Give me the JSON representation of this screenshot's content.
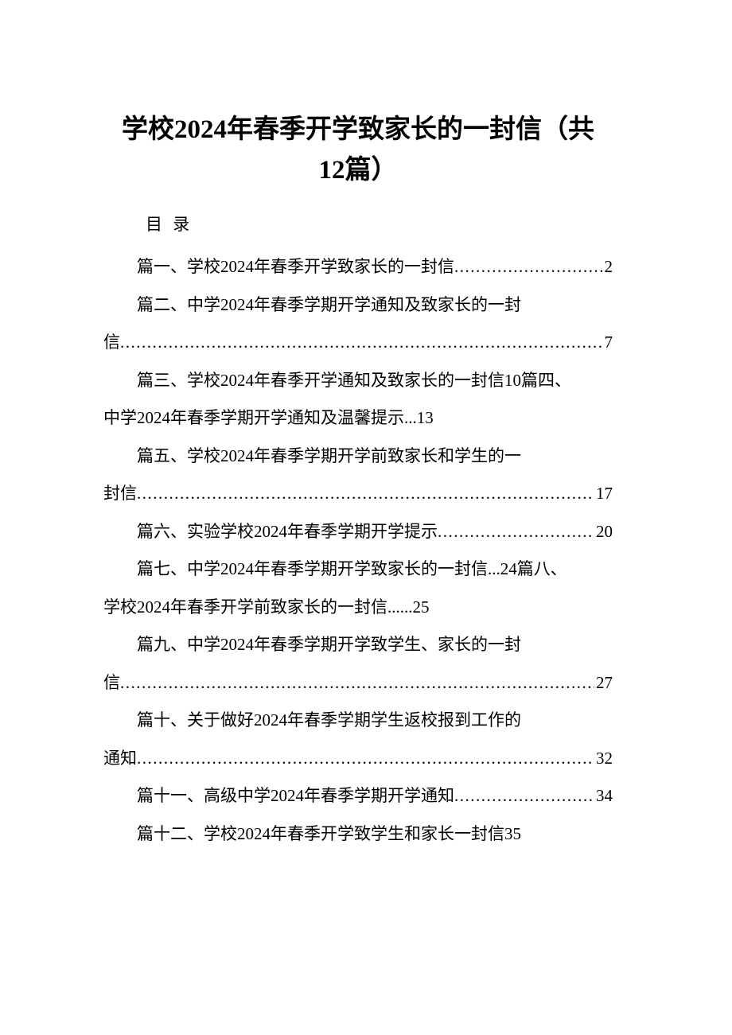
{
  "page": {
    "background": "#ffffff",
    "text_color": "#000000"
  },
  "title": {
    "lines": [
      "学校2024年春季开学致家长的一封信（共",
      "12篇）"
    ]
  },
  "toc": {
    "heading": "目 录",
    "leader_dots": "........................................................................................................................................",
    "lines": [
      {
        "indent": true,
        "text": "篇一、学校2024年春季开学致家长的一封信",
        "leader": true,
        "page": "2"
      },
      {
        "indent": true,
        "text": "篇二、中学2024年春季学期开学通知及致家长的一封",
        "leader": false,
        "page": ""
      },
      {
        "indent": false,
        "text": "信",
        "leader": true,
        "page": "7"
      },
      {
        "indent": true,
        "text": "篇三、学校2024年春季开学通知及致家长的一封信10篇四、",
        "leader": false,
        "page": ""
      },
      {
        "indent": false,
        "text": "中学2024年春季学期开学通知及温馨提示...13",
        "leader": false,
        "page": ""
      },
      {
        "indent": true,
        "text": "篇五、学校2024年春季学期开学前致家长和学生的一",
        "leader": false,
        "page": ""
      },
      {
        "indent": false,
        "text": "封信",
        "leader": true,
        "page": "17"
      },
      {
        "indent": true,
        "text": "篇六、实验学校2024年春季学期开学提示",
        "leader": true,
        "page": "20"
      },
      {
        "indent": true,
        "text": "篇七、中学2024年春季学期开学致家长的一封信...24篇八、",
        "leader": false,
        "page": ""
      },
      {
        "indent": false,
        "text": "学校2024年春季开学前致家长的一封信......25",
        "leader": false,
        "page": ""
      },
      {
        "indent": true,
        "text": "篇九、中学2024年春季学期开学致学生、家长的一封",
        "leader": false,
        "page": ""
      },
      {
        "indent": false,
        "text": "信",
        "leader": true,
        "page": "27"
      },
      {
        "indent": true,
        "text": "篇十、关于做好2024年春季学期学生返校报到工作的",
        "leader": false,
        "page": ""
      },
      {
        "indent": false,
        "text": "通知",
        "leader": true,
        "page": "32"
      },
      {
        "indent": true,
        "text": "篇十一、高级中学2024年春季学期开学通知",
        "leader": true,
        "page": "34"
      },
      {
        "indent": true,
        "text": "篇十二、学校2024年春季开学致学生和家长一封信35",
        "leader": false,
        "page": ""
      }
    ]
  }
}
